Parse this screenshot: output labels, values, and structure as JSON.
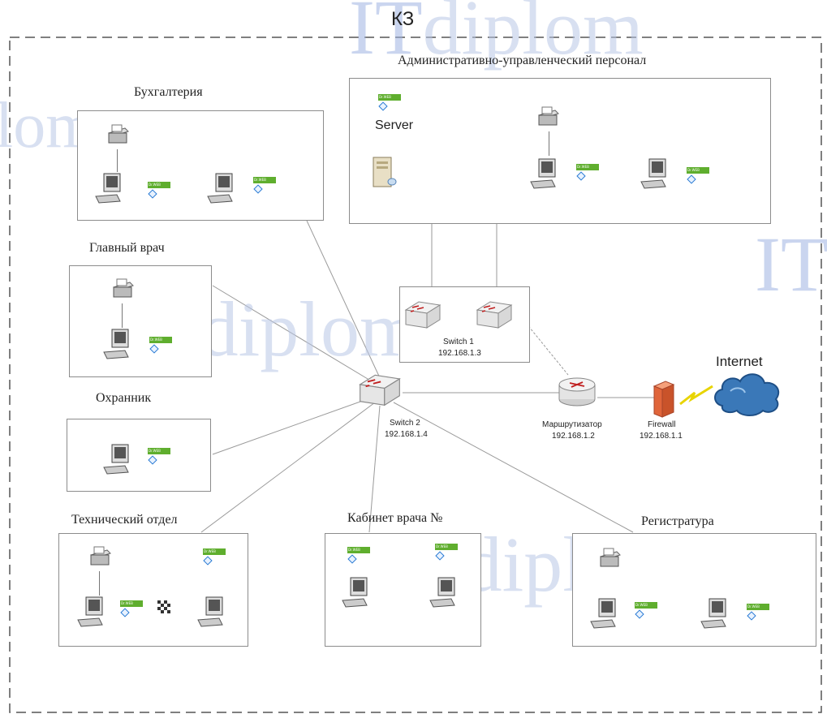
{
  "title": "КЗ",
  "watermark": {
    "it": "IT",
    "diplom": "diplom",
    "partial": "lom"
  },
  "departments": {
    "admin": "Административно-управленческий персонал",
    "accounting": "Бухгалтерия",
    "chief_doctor": "Главный врач",
    "guard": "Охранник",
    "tech": "Технический отдел",
    "doctor_office": "Кабинет врача №",
    "registry": "Регистратура"
  },
  "server_label": "Server",
  "switch1": {
    "name": "Switch 1",
    "ip": "192.168.1.3"
  },
  "switch2": {
    "name": "Switch 2",
    "ip": "192.168.1.4"
  },
  "router": {
    "name": "Маршрутизатор",
    "ip": "192.168.1.2"
  },
  "firewall": {
    "name": "Firewall",
    "ip": "192.168.1.1"
  },
  "internet": "Internet",
  "antivirus_badge": "Dr.WEB",
  "colors": {
    "line": "#8a8a8a",
    "border": "#8c8c8c",
    "badge": "#5fae2e",
    "watermark": "#9fb4e2",
    "firewall": "#e0653a",
    "cloud": "#3a78b8"
  }
}
